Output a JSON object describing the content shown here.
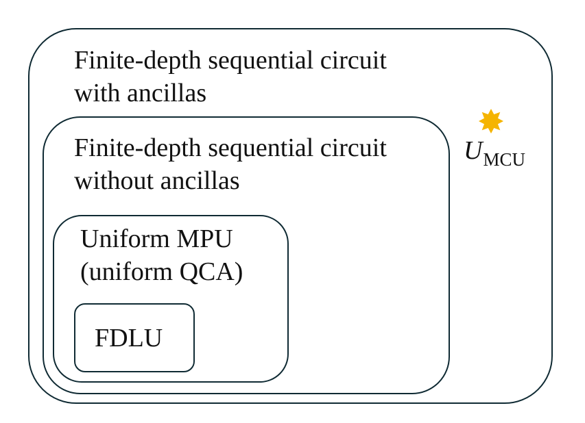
{
  "diagram": {
    "outer_set": {
      "line1": "Finite-depth sequential circuit",
      "line2": "with ancillas"
    },
    "middle_set": {
      "line1": "Finite-depth sequential circuit",
      "line2": "without ancillas"
    },
    "inner_set": {
      "line1": "Uniform MPU",
      "line2": "(uniform QCA)"
    },
    "core_set": {
      "label": "FDLU"
    },
    "marker": {
      "symbol": "U",
      "subscript": "MCU",
      "star_color": "#F5B400",
      "icon": "star-icon"
    },
    "colors": {
      "border": "#0f2a33",
      "text": "#111111"
    }
  }
}
